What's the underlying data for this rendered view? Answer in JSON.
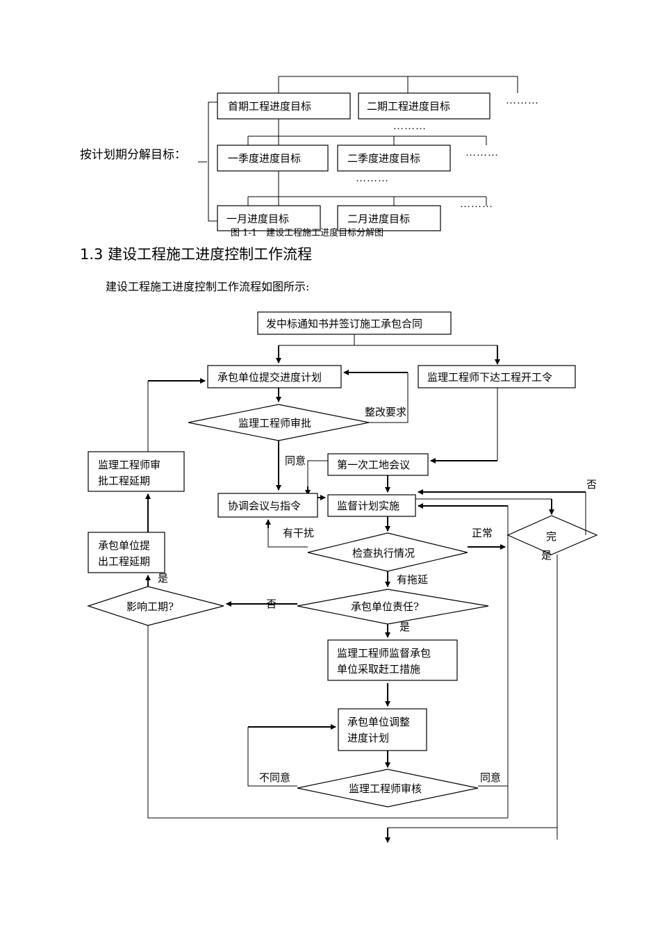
{
  "decomposition": {
    "label": "按计划期分解目标：",
    "phase1": "首期工程进度目标",
    "phase2": "二期工程进度目标",
    "quarter1": "一季度进度目标",
    "quarter2": "二季度进度目标",
    "month1": "一月进度目标",
    "month2": "二月进度目标",
    "ellipsis": "………",
    "caption": "图 1-1　建设工程施工进度目标分解图"
  },
  "section": {
    "heading": "1.3 建设工程施工进度控制工作流程",
    "intro": "建设工程施工进度控制工作流程如图所示:"
  },
  "flow": {
    "start": "发中标通知书并签订施工承包合同",
    "submit_plan": "承包单位提交进度计划",
    "start_order": "监理工程师下达工程开工令",
    "approve": "监理工程师审批",
    "rectify": "整改要求",
    "agree": "同意",
    "first_meeting": "第一次工地会议",
    "ext_approve_line1": "监理工程师审",
    "ext_approve_line2": "批工程延期",
    "coord": "协调会议与指令",
    "supervise": "监督计划实施",
    "no": "否",
    "complete": "完",
    "yes": "是",
    "interference": "有干扰",
    "normal": "正常",
    "check": "检查执行情况",
    "ext_request_line1": "承包单位提",
    "ext_request_line2": "出工程延期",
    "delay": "有拖延",
    "affect": "影响工期?",
    "responsibility": "承包单位责任?",
    "urge_line1": "监理工程师监督承包",
    "urge_line2": "单位采取赶工措施",
    "adjust_line1": "承包单位调整",
    "adjust_line2": "进度计划",
    "disagree": "不同意",
    "review": "监理工程师审核"
  }
}
